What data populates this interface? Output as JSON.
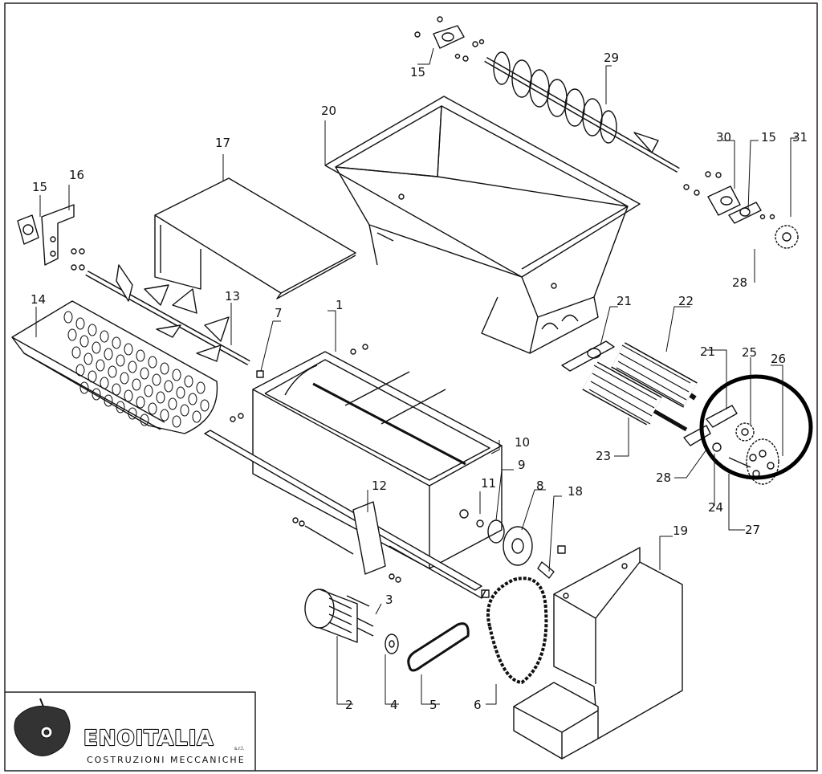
{
  "brand": {
    "name": "ENOITALIA",
    "suffix": "s.r.l.",
    "tagline": "COSTRUZIONI  MECCANICHE"
  },
  "labels": {
    "p1": "1",
    "p2": "2",
    "p3": "3",
    "p4": "4",
    "p5": "5",
    "p6": "6",
    "p7": "7",
    "p8": "8",
    "p9": "9",
    "p10": "10",
    "p11": "11",
    "p12": "12",
    "p13": "13",
    "p14": "14",
    "p15a": "15",
    "p15b": "15",
    "p15c": "15",
    "p16": "16",
    "p17": "17",
    "p18": "18",
    "p19": "19",
    "p20": "20",
    "p21a": "21",
    "p21b": "21",
    "p22": "22",
    "p23": "23",
    "p24": "24",
    "p25": "25",
    "p26": "26",
    "p27": "27",
    "p28a": "28",
    "p28b": "28",
    "p29": "29",
    "p30": "30",
    "p31": "31"
  },
  "colors": {
    "line": "#111111",
    "paper": "#ffffff",
    "highlight": "#000000"
  }
}
